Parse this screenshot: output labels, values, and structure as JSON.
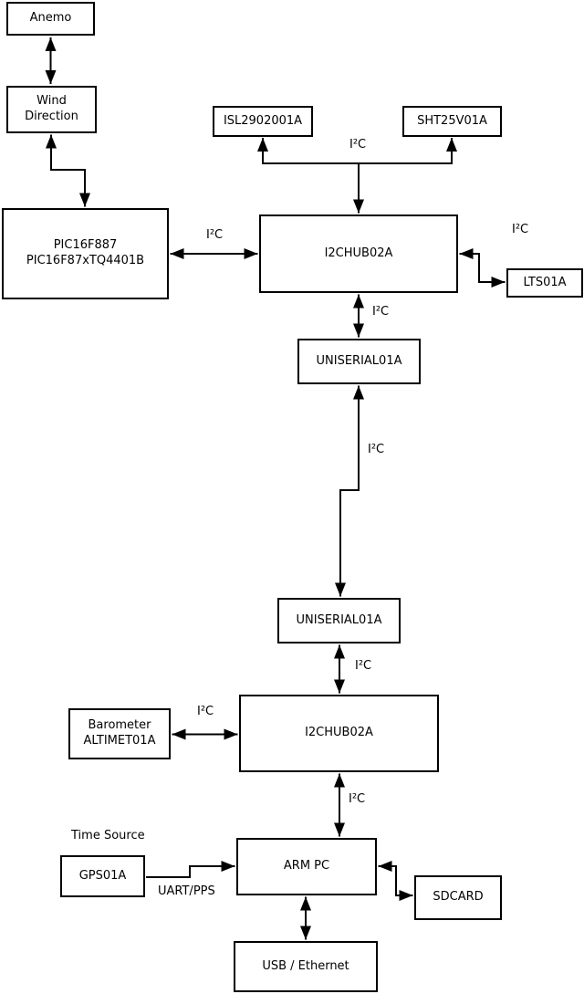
{
  "diagram": {
    "colors": {
      "background": "#ffffff",
      "line": "#000000",
      "box_fill": "#ffffff",
      "text": "#000000"
    },
    "nodes": {
      "anemo": {
        "label": "Anemo"
      },
      "wind_direction": {
        "label": "Wind\nDirection"
      },
      "pic": {
        "label": "PIC16F887\nPIC16F87xTQ4401B"
      },
      "isl": {
        "label": "ISL2902001A"
      },
      "sht": {
        "label": "SHT25V01A"
      },
      "hub1": {
        "label": "I2CHUB02A"
      },
      "lts": {
        "label": "LTS01A"
      },
      "uniserial1": {
        "label": "UNISERIAL01A"
      },
      "uniserial2": {
        "label": "UNISERIAL01A"
      },
      "barometer": {
        "label": "Barometer\nALTIMET01A"
      },
      "hub2": {
        "label": "I2CHUB02A"
      },
      "gps": {
        "label": "GPS01A"
      },
      "arm_pc": {
        "label": "ARM PC"
      },
      "sdcard": {
        "label": "SDCARD"
      },
      "usb_ethernet": {
        "label": "USB / Ethernet"
      }
    },
    "edge_labels": {
      "i2c_sensors": "I²C",
      "i2c_pic_hub1": "I²C",
      "i2c_hub1_lts": "I²C",
      "i2c_hub1_uniserial1": "I²C",
      "i2c_uniserial_link": "I²C",
      "i2c_uniserial2_hub2": "I²C",
      "i2c_barometer_hub2": "I²C",
      "i2c_hub2_armpc": "I²C",
      "time_source": "Time Source",
      "uart_pps": "UART/PPS"
    }
  }
}
